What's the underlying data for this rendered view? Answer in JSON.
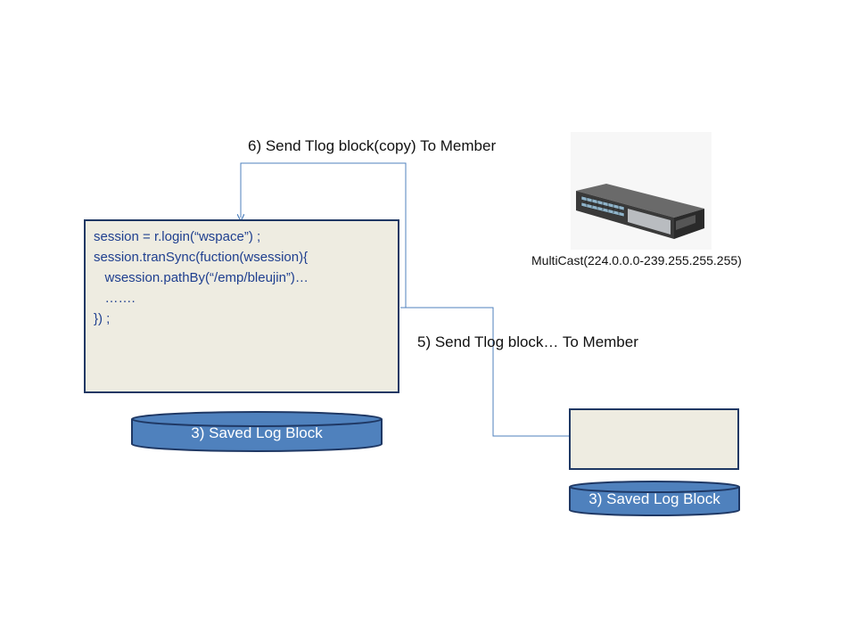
{
  "arrows": {
    "send_copy_label": "6) Send Tlog block(copy) To Member",
    "send_block_label": "5) Send Tlog block… To Member"
  },
  "code_box": {
    "lines": [
      "session = r.login(“wspace”) ;",
      "session.tranSync(fuction(wsession){",
      "   wsession.pathBy(“/emp/bleujin”)…",
      "   …….",
      "}) ;"
    ]
  },
  "switch": {
    "icon": "network-switch-icon",
    "label": "MultiCast(224.0.0.0-239.255.255.255)"
  },
  "local_disk": {
    "label": "3) Saved Log Block"
  },
  "member_disk": {
    "label": "3) Saved Log Block"
  },
  "colors": {
    "box_fill": "#eeece1",
    "box_border": "#1f3864",
    "disk_fill": "#4f81bd",
    "disk_border": "#1f3864",
    "connector": "#4f81bd",
    "code_text": "#1f3f8f"
  }
}
